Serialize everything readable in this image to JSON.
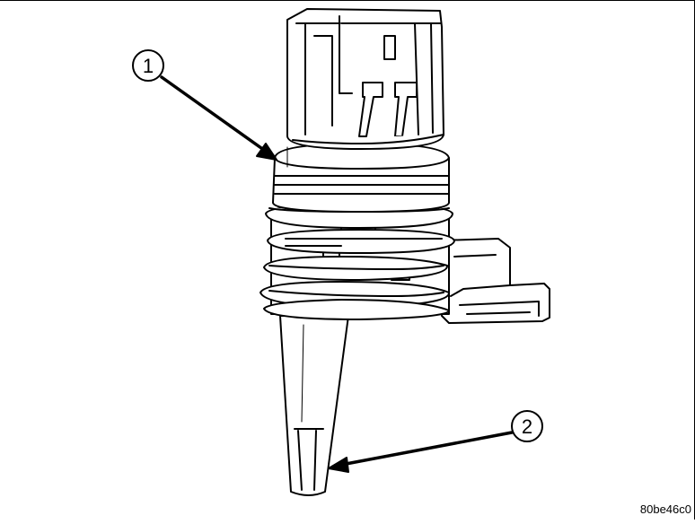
{
  "callouts": [
    {
      "number": "1"
    },
    {
      "number": "2"
    }
  ],
  "figure_code": "80be46c0",
  "colors": {
    "line": "#000000",
    "background": "#ffffff"
  }
}
